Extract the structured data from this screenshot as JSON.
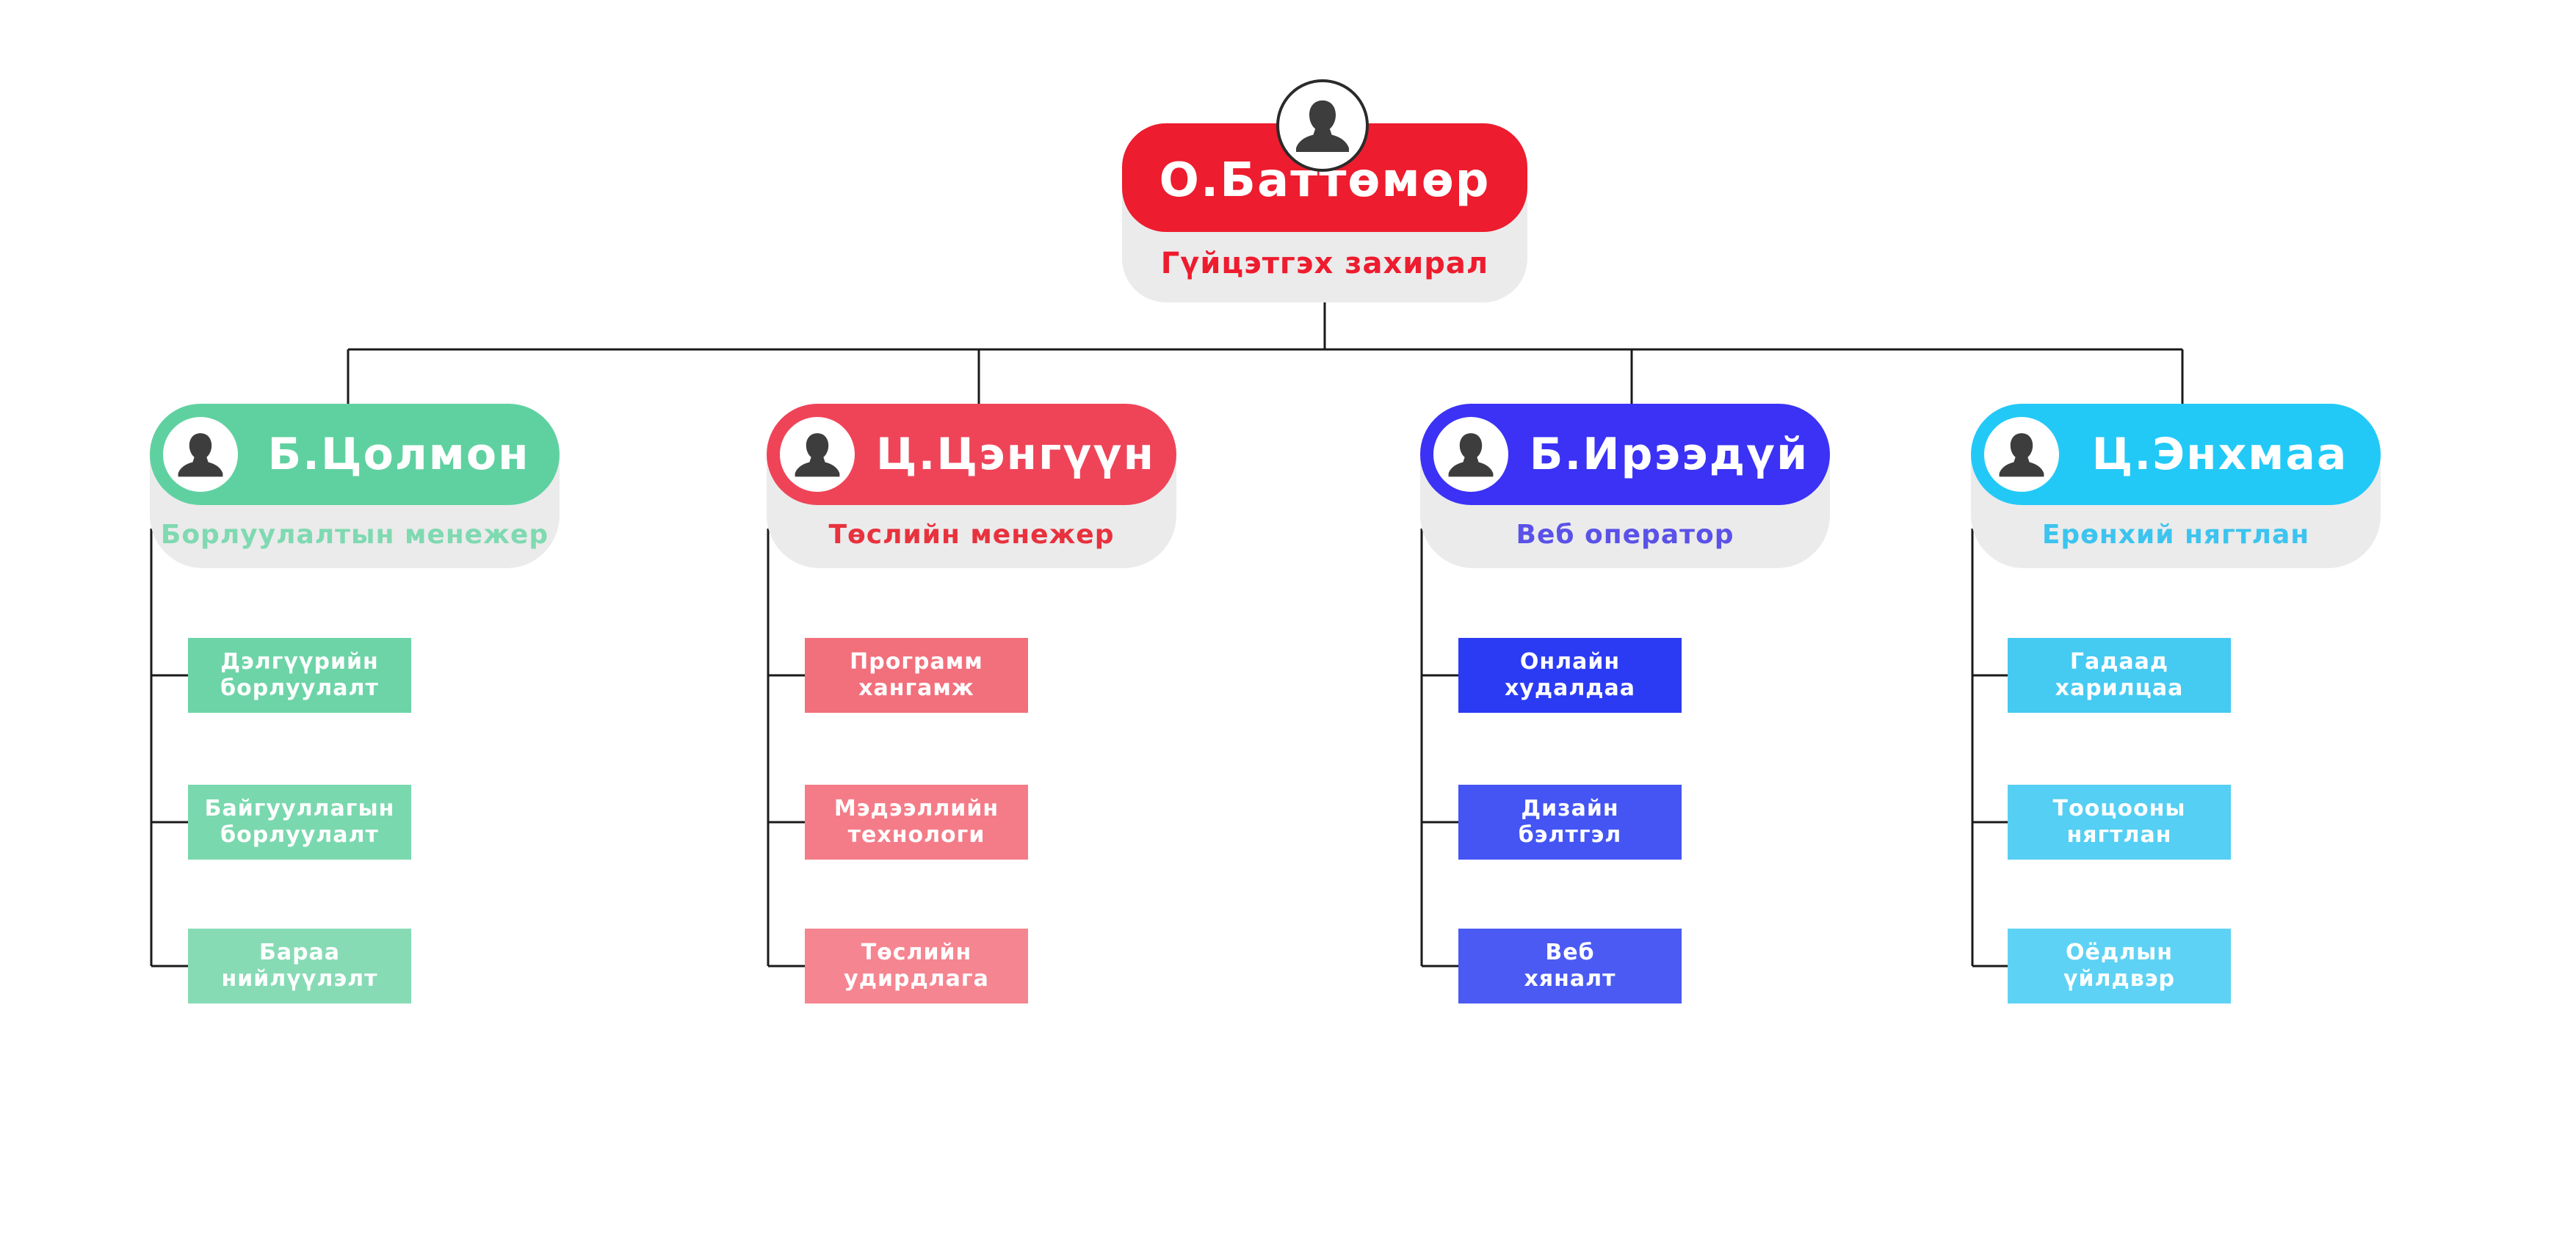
{
  "ceo": {
    "name": "О.Баттөмөр",
    "title": "Гүйцэтгэх захирал",
    "color": "#ed1c2e"
  },
  "managers": [
    {
      "name": "Б.Цолмон",
      "title": "Борлуулалтын менежер",
      "color": "#5fd1a0",
      "title_color": "#7fd9b1",
      "units": [
        {
          "line1": "Дэлгүүрийн",
          "line2": "борлуулалт",
          "color": "#6dd4a8"
        },
        {
          "line1": "Байгууллагын",
          "line2": "борлуулалт",
          "color": "#7ad8ae"
        },
        {
          "line1": "Бараа",
          "line2": "нийлүүлэлт",
          "color": "#86dbb5"
        }
      ]
    },
    {
      "name": "Ц.Цэнгүүн",
      "title": "Төслийн менежер",
      "color": "#ef4458",
      "title_color": "#e8323e",
      "units": [
        {
          "line1": "Программ",
          "line2": "хангамж",
          "color": "#f26f7c"
        },
        {
          "line1": "Мэдээллийн",
          "line2": "технологи",
          "color": "#f47c88"
        },
        {
          "line1": "Төслийн",
          "line2": "удирдлага",
          "color": "#f58590"
        }
      ]
    },
    {
      "name": "Б.Ирээдүй",
      "title": "Веб оператор",
      "color": "#3b32f5",
      "title_color": "#5a52e8",
      "units": [
        {
          "line1": "Онлайн",
          "line2": "худалдаа",
          "color": "#2b3bf3"
        },
        {
          "line1": "Дизайн",
          "line2": "бэлтгэл",
          "color": "#4455f3"
        },
        {
          "line1": "Веб",
          "line2": "хяналт",
          "color": "#4a5af3"
        }
      ]
    },
    {
      "name": "Ц.Энхмаа",
      "title": "Ерөнхий нягтлан",
      "color": "#22c9f7",
      "title_color": "#3cc4ef",
      "units": [
        {
          "line1": "Гадаад",
          "line2": "харилцаа",
          "color": "#45caf2"
        },
        {
          "line1": "Тооцооны",
          "line2": "нягтлан",
          "color": "#55cff3"
        },
        {
          "line1": "Оёдлын",
          "line2": "үйлдвэр",
          "color": "#5ed2f4"
        }
      ]
    }
  ]
}
